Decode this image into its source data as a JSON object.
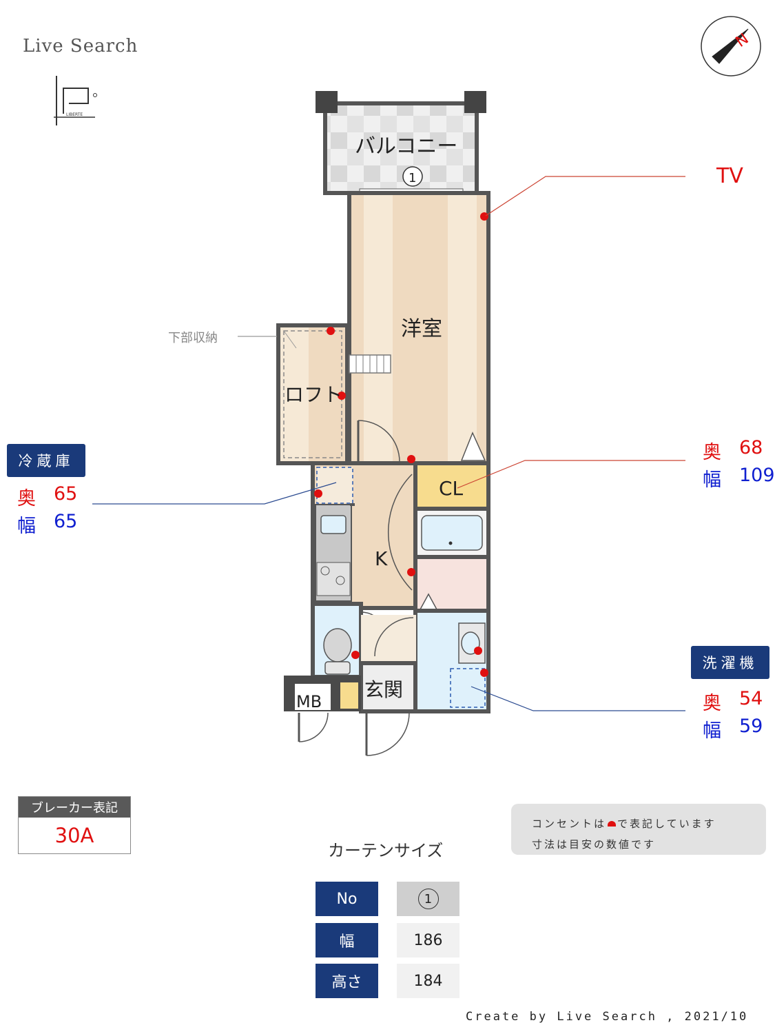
{
  "brand": "Live Search",
  "logo_text": "LIBERTE",
  "compass_label": "N",
  "rooms": {
    "balcony": "バルコニー",
    "western_room": "洋室",
    "loft": "ロフト",
    "closet": "CL",
    "kitchen": "K",
    "entrance": "玄関",
    "meter_box": "MB",
    "under_storage": "下部収納",
    "curtain_marker": "1"
  },
  "callouts": {
    "tv": "TV",
    "fridge": {
      "title": "冷蔵庫",
      "depth_label": "奥",
      "depth": "65",
      "width_label": "幅",
      "width": "65"
    },
    "closet": {
      "depth_label": "奥",
      "depth": "68",
      "width_label": "幅",
      "width": "109"
    },
    "washer": {
      "title": "洗濯機",
      "depth_label": "奥",
      "depth": "54",
      "width_label": "幅",
      "width": "59"
    }
  },
  "breaker": {
    "label": "ブレーカー表記",
    "value": "30A"
  },
  "notes": {
    "line1_before": "コンセントは",
    "line1_after": "で表記しています",
    "line2": "寸法は目安の数値です"
  },
  "curtain": {
    "title": "カーテンサイズ",
    "headers": [
      "No",
      "幅",
      "高さ"
    ],
    "values": [
      "1",
      "186",
      "184"
    ]
  },
  "footer": "Create by Live Search , 2021/10",
  "colors": {
    "wall": "#555555",
    "room_wood": "#f0dcc0",
    "closet_yellow": "#f5d98a",
    "bath_blue": "#d8eef8",
    "outlet_red": "#e01010",
    "badge_navy": "#1a3a7a"
  }
}
